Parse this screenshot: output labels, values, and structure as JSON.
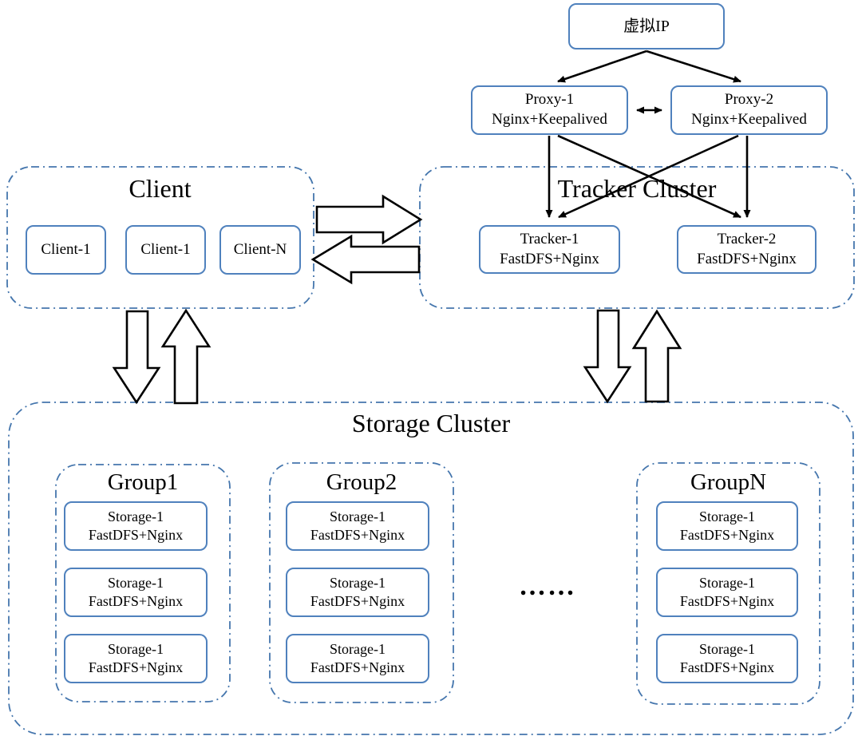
{
  "diagram": {
    "virtual_ip": {
      "label": "虚拟IP"
    },
    "proxies": [
      {
        "line1": "Proxy-1",
        "line2": "Nginx+Keepalived"
      },
      {
        "line1": "Proxy-2",
        "line2": "Nginx+Keepalived"
      }
    ],
    "client_cluster": {
      "title": "Client",
      "clients": [
        "Client-1",
        "Client-1",
        "Client-N"
      ]
    },
    "tracker_cluster": {
      "title": "Tracker Cluster",
      "trackers": [
        {
          "line1": "Tracker-1",
          "line2": "FastDFS+Nginx"
        },
        {
          "line1": "Tracker-2",
          "line2": "FastDFS+Nginx"
        }
      ]
    },
    "storage_cluster": {
      "title": "Storage Cluster",
      "ellipsis": "……",
      "groups": [
        {
          "title": "Group1",
          "storages": [
            {
              "line1": "Storage-1",
              "line2": "FastDFS+Nginx"
            },
            {
              "line1": "Storage-1",
              "line2": "FastDFS+Nginx"
            },
            {
              "line1": "Storage-1",
              "line2": "FastDFS+Nginx"
            }
          ]
        },
        {
          "title": "Group2",
          "storages": [
            {
              "line1": "Storage-1",
              "line2": "FastDFS+Nginx"
            },
            {
              "line1": "Storage-1",
              "line2": "FastDFS+Nginx"
            },
            {
              "line1": "Storage-1",
              "line2": "FastDFS+Nginx"
            }
          ]
        },
        {
          "title": "GroupN",
          "storages": [
            {
              "line1": "Storage-1",
              "line2": "FastDFS+Nginx"
            },
            {
              "line1": "Storage-1",
              "line2": "FastDFS+Nginx"
            },
            {
              "line1": "Storage-1",
              "line2": "FastDFS+Nginx"
            }
          ]
        }
      ]
    },
    "colors": {
      "box_border": "#4f81bd",
      "container_border": "#4576ad",
      "arrow": "#000000",
      "background": "#ffffff"
    }
  }
}
